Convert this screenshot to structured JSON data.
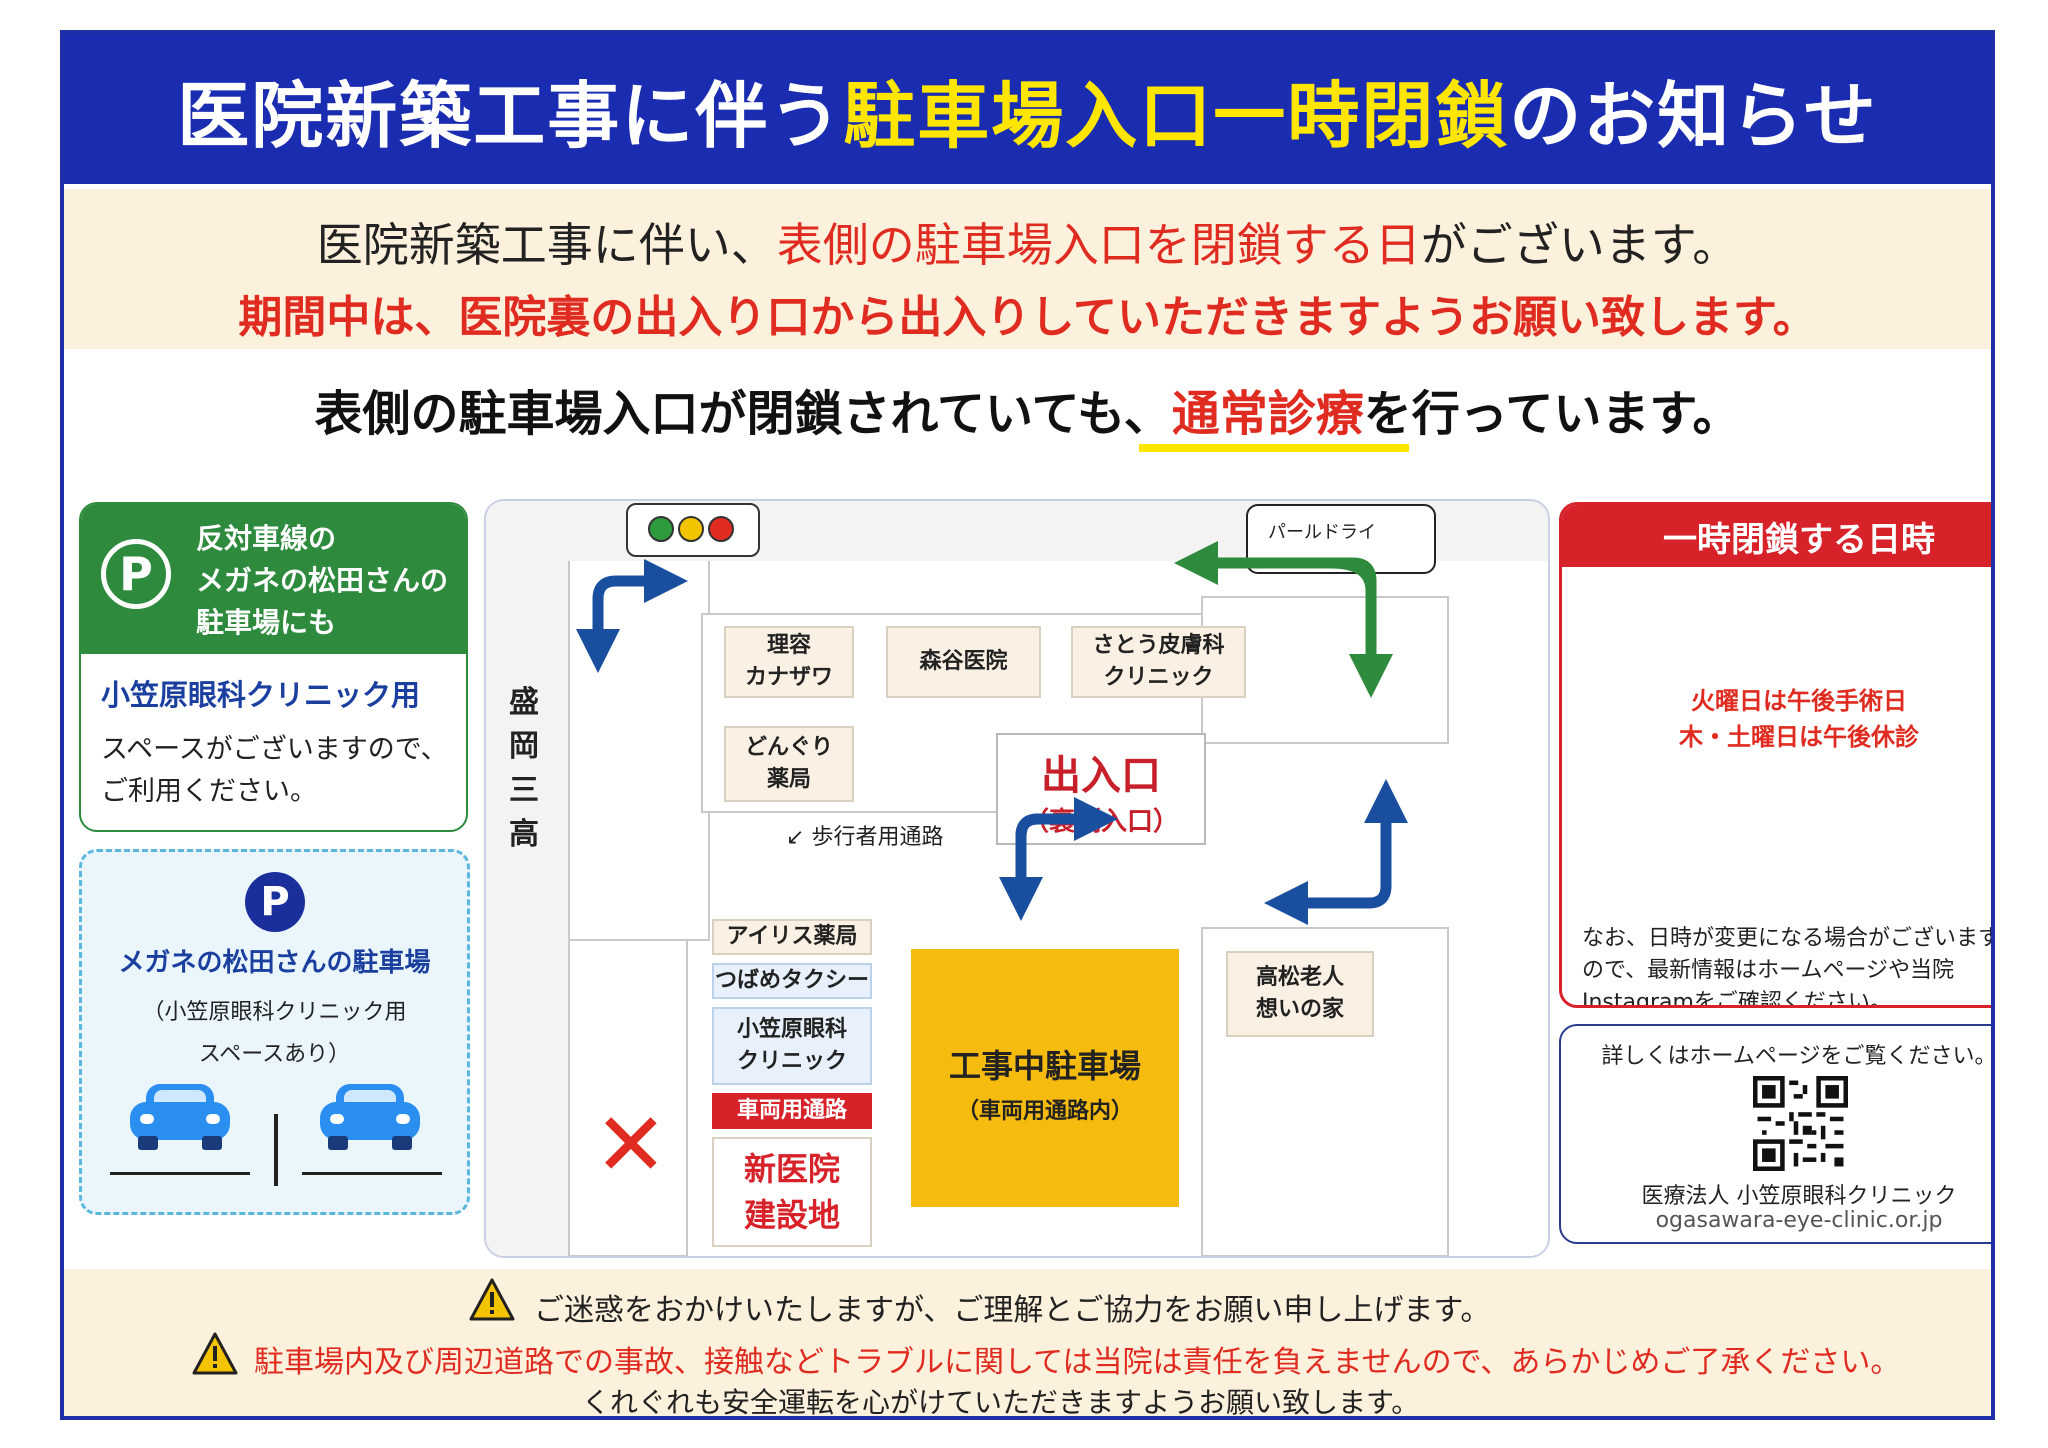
{
  "header": {
    "title_pre": "医院新築工事に伴う",
    "title_highlight": "駐車場入口一時閉鎖",
    "title_post": "のお知らせ"
  },
  "intro": {
    "line1_pre": "医院新築工事に伴い、",
    "line1_red": "表側の駐車場入口を閉鎖する日",
    "line1_post": "がございます。",
    "line2": "期間中は、医院裏の出入り口から出入りしていただきますようお願い致します。"
  },
  "notice": {
    "pre": "表側の駐車場入口が閉鎖されていても、",
    "emphasis": "通常診療",
    "post": "を行っています。"
  },
  "parking_green": {
    "icon": "P",
    "head_line1": "反対車線の",
    "head_line2": "メガネの松田さんの",
    "head_line3": "駐車場にも",
    "body_bold": "小笠原眼科クリニック用",
    "body_line1": "スペースがございますので、",
    "body_line2": "ご利用ください。"
  },
  "parking_blue": {
    "icon": "P",
    "title": "メガネの松田さんの駐車場",
    "sub_line1": "（小笠原眼科クリニック用",
    "sub_line2": "スペースあり）"
  },
  "map": {
    "street": [
      "盛",
      "岡",
      "三",
      "高"
    ],
    "pearl": "パールドライ",
    "shops": {
      "riyou_1": "理容",
      "riyou_2": "カナザワ",
      "moriya": "森谷医院",
      "sato_1": "さとう皮膚科",
      "sato_2": "クリニック",
      "donguri_1": "どんぐり",
      "donguri_2": "薬局",
      "iris": "アイリス薬局",
      "tsubame": "つばめタクシー",
      "ogasawara_1": "小笠原眼科",
      "ogasawara_2": "クリニック",
      "vehicle_road": "車両用通路",
      "new_site_1": "新医院",
      "new_site_2": "建設地",
      "takamatsu_1": "高松老人",
      "takamatsu_2": "想いの家"
    },
    "entrance_main": "出入口",
    "entrance_sub": "（裏側入口）",
    "walkway": "歩行者用通路",
    "construction_main": "工事中駐車場",
    "construction_sub": "（車両用通路内）",
    "closed_mark": "✕",
    "colors": {
      "arrow_blue": "#1a4fa0",
      "arrow_green": "#2e8b3e",
      "construction": "#f5bb0f"
    }
  },
  "closure": {
    "title": "一時閉鎖する日時",
    "day1": "火曜日は午後手術日",
    "day2": "木・土曜日は午後休診",
    "note1": "なお、日時が変更になる場合がございます",
    "note2": "ので、最新情報はホームページや当院",
    "note3": "Instagramをご確認ください。"
  },
  "info": {
    "line": "詳しくはホームページをご覧ください。",
    "org": "医療法人 小笠原眼科クリニック",
    "url": "ogasawara-eye-clinic.or.jp"
  },
  "bottom": {
    "line1": "ご迷惑をおかけいたしますが、ご理解とご協力をお願い申し上げます。",
    "line2": "駐車場内及び周辺道路での事故、接触などトラブルに関しては当院は責任を負えませんので、あらかじめご了承ください。",
    "line3": "くれぐれも安全運転を心がけていただきますようお願い致します。"
  },
  "colors": {
    "header_bg": "#1a2cb0",
    "highlight": "#ffe600",
    "alert_red": "#e02b20",
    "cream": "#fcf1dc",
    "green": "#2e8b3e"
  }
}
